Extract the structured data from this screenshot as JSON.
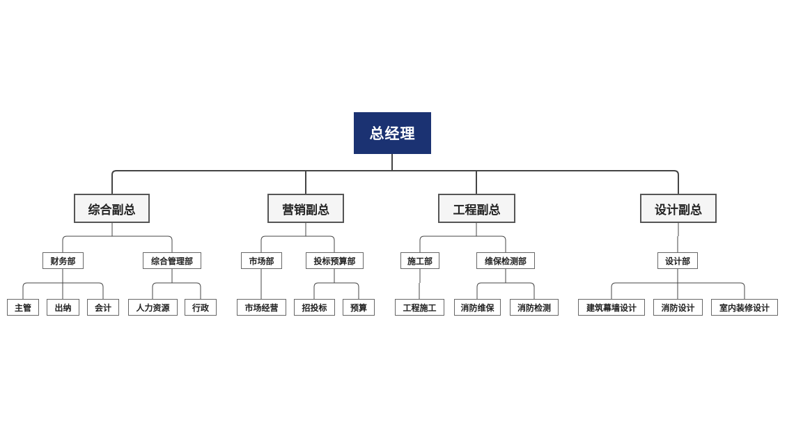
{
  "colors": {
    "root_fill": "#1b3272",
    "root_text": "#ffffff",
    "vp_fill": "#f5f5f5",
    "border": "#555555",
    "line": "#444444"
  },
  "root": {
    "label": "总经理"
  },
  "vps": [
    {
      "label": "综合副总",
      "depts": [
        {
          "label": "财务部",
          "children": [
            "主管",
            "出纳",
            "会计"
          ]
        },
        {
          "label": "综合管理部",
          "children": [
            "人力资源",
            "行政"
          ]
        }
      ]
    },
    {
      "label": "营销副总",
      "depts": [
        {
          "label": "市场部",
          "children": [
            "市场经营"
          ]
        },
        {
          "label": "投标预算部",
          "children": [
            "招投标",
            "预算"
          ]
        }
      ]
    },
    {
      "label": "工程副总",
      "depts": [
        {
          "label": "施工部",
          "children": [
            "工程施工"
          ]
        },
        {
          "label": "维保检测部",
          "children": [
            "消防维保",
            "消防检测"
          ]
        }
      ]
    },
    {
      "label": "设计副总",
      "depts": [
        {
          "label": "设计部",
          "children": [
            "建筑幕墙设计",
            "消防设计",
            "室内装修设计"
          ]
        }
      ]
    }
  ]
}
